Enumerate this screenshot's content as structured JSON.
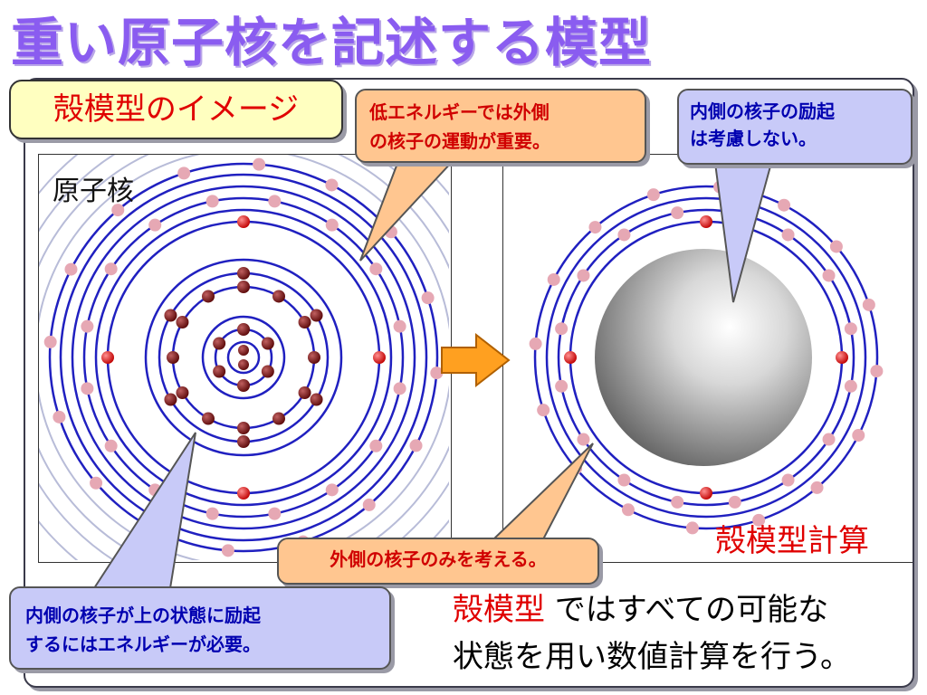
{
  "title": "重い原子核を記述する模型",
  "shell_model_image_label": "殻模型のイメージ",
  "nucleus_label": "原子核",
  "callouts": {
    "outer_important": [
      "低エネルギーでは外側",
      "の核子の運動が重要。"
    ],
    "inner_not_considered": [
      "内側の核子の励起",
      "は考慮しない。"
    ],
    "outer_only": "外側の核子のみを考える。",
    "inner_excitation": [
      "内側の核子が上の状態に励起",
      "するにはエネルギーが必要。"
    ]
  },
  "shell_model_calc_label": "殻模型計算",
  "bottom_text": {
    "highlight": "殻模型",
    "line1_rest": " ではすべての可能な",
    "line2": "状態を用い数値計算を行う。"
  },
  "colors": {
    "title": "#8a5cf0",
    "orbit": "#2020c0",
    "nucleon": "#cc0000",
    "inner_nucleon": "#7a1010",
    "faint_nucleon": "#e6a8b4",
    "arrow": "#ffa020",
    "callout_orange": "#ffc690",
    "callout_blue": "#c8caf8",
    "label_yellow": "#ffffc0"
  },
  "icons": [
    "right-arrow-icon",
    "core-sphere-icon"
  ]
}
